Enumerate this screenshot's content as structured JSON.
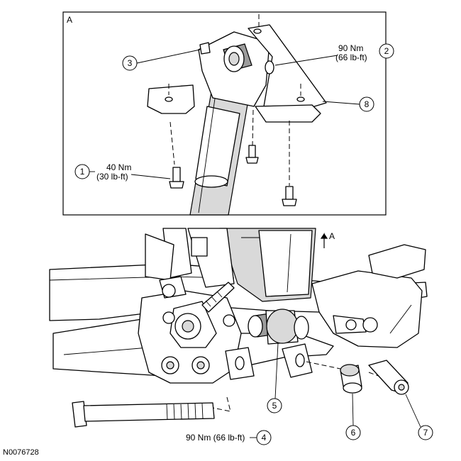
{
  "detail_label": "A",
  "view_arrow_label": "A",
  "figure_id": "N0076728",
  "callouts": [
    {
      "num": "1",
      "torque_line1": "40 Nm",
      "torque_line2": "(30 lb-ft)"
    },
    {
      "num": "2",
      "torque_line1": "90 Nm",
      "torque_line2": "(66 lb-ft)"
    },
    {
      "num": "3"
    },
    {
      "num": "4",
      "torque_line1": "90 Nm (66 lb-ft)"
    },
    {
      "num": "5"
    },
    {
      "num": "6"
    },
    {
      "num": "7"
    },
    {
      "num": "8"
    }
  ]
}
